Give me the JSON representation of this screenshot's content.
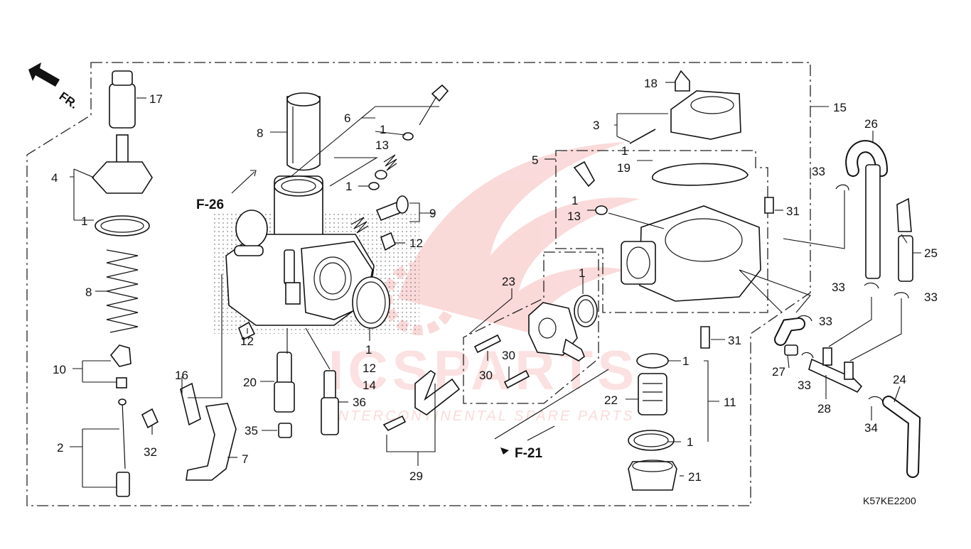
{
  "direction_label": "FR.",
  "diagram_code": "K57KE2200",
  "watermark": {
    "brand": "ICSPARTS",
    "tagline": "INTERCONTINENTAL SPARE PARTS",
    "color": "#e21b1b"
  },
  "refs": {
    "f26": "F-26",
    "f21": "F-21"
  },
  "callouts": {
    "c17": "17",
    "c4": "4",
    "c1a": "1",
    "c8a": "8",
    "c10": "10",
    "c2": "2",
    "c8b": "8",
    "c6": "6",
    "c1b": "1",
    "c13a": "13",
    "c1c": "1",
    "c9": "9",
    "c12a": "12",
    "c12b": "12",
    "c20": "20",
    "c35": "35",
    "c16": "16",
    "c32": "32",
    "c7": "7",
    "c1d": "1",
    "c12c": "12",
    "c14": "14",
    "c36": "36",
    "c23": "23",
    "c30a": "30",
    "c30b": "30",
    "c29": "29",
    "c1e": "1",
    "c18": "18",
    "c3": "3",
    "c5": "5",
    "c1f": "1",
    "c19": "19",
    "c1g": "1",
    "c13b": "13",
    "c31a": "31",
    "c15": "15",
    "c31b": "31",
    "c1h": "1",
    "c11": "11",
    "c22": "22",
    "c1i": "1",
    "c21": "21",
    "c26": "26",
    "c33a": "33",
    "c25": "25",
    "c33b": "33",
    "c33c": "33",
    "c33d": "33",
    "c27": "27",
    "c33e": "33",
    "c28": "28",
    "c24": "24",
    "c34": "34"
  }
}
